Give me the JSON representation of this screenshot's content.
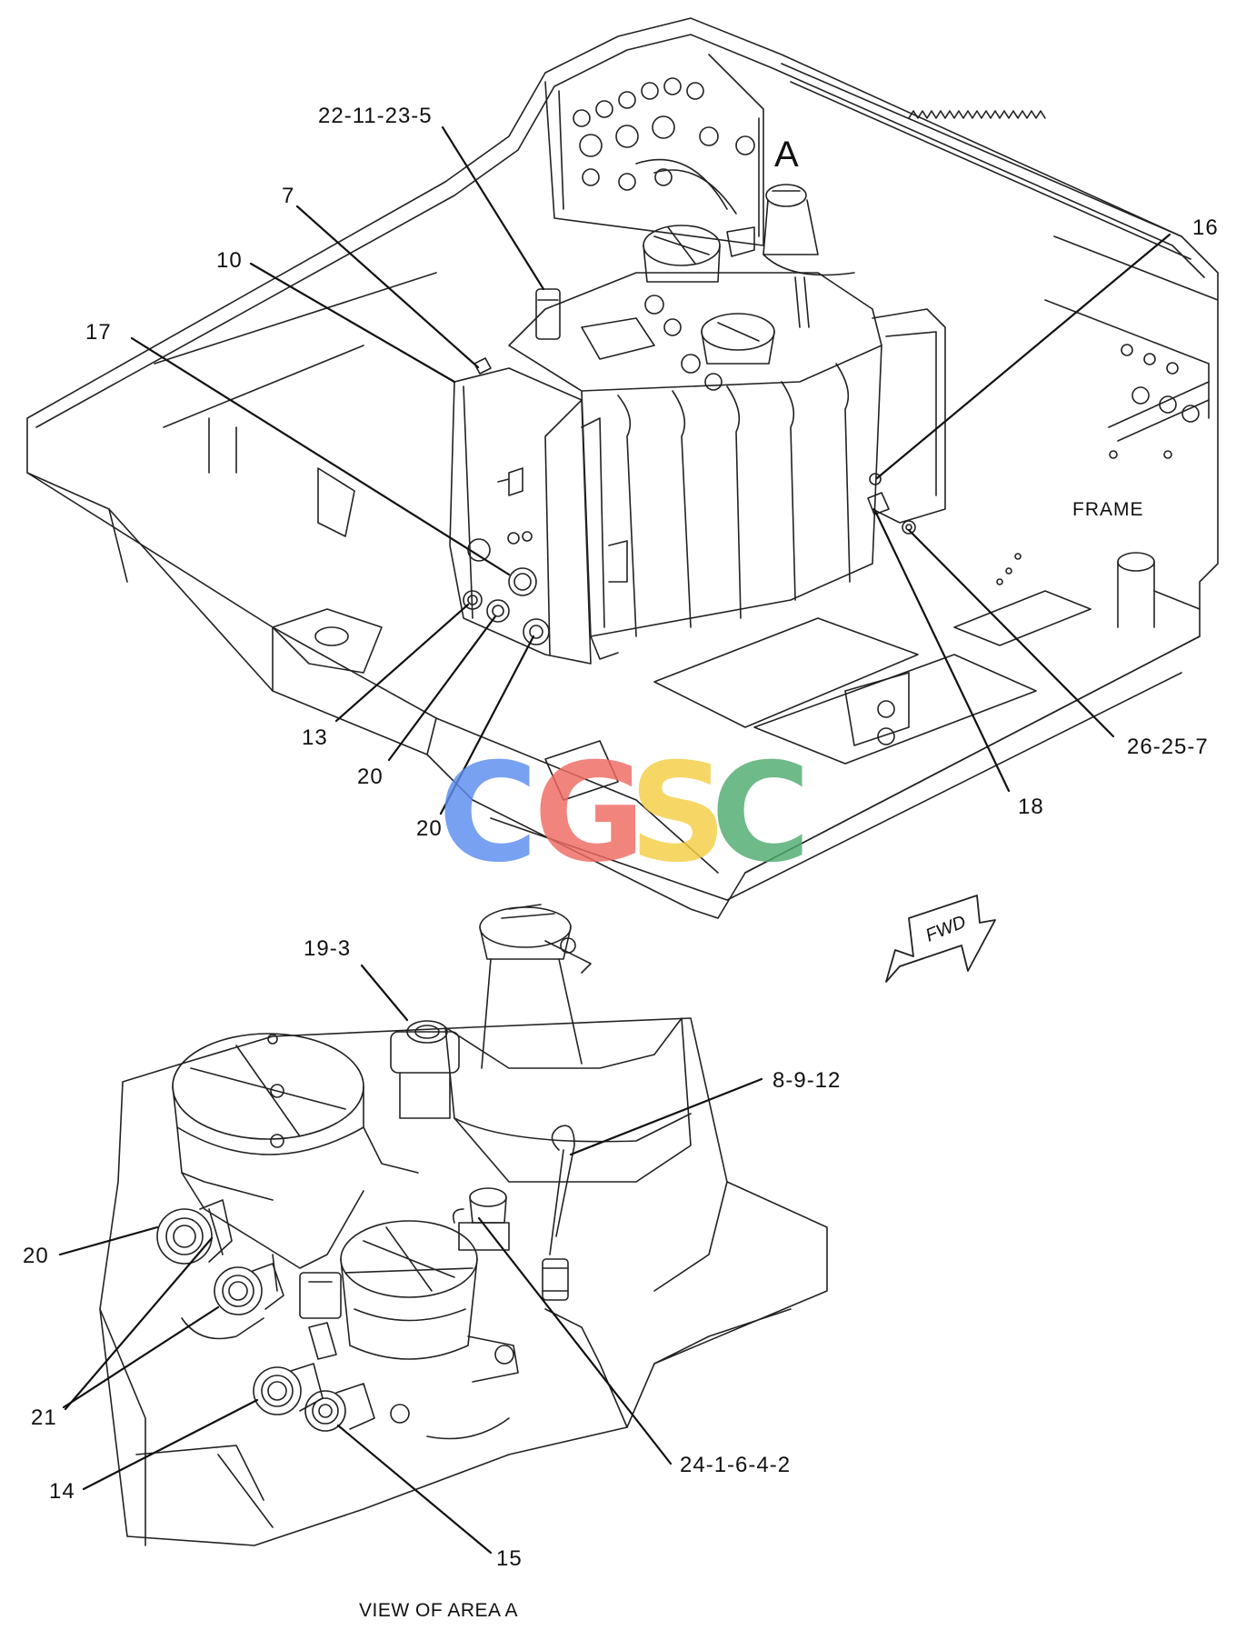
{
  "callouts": {
    "c1": "22-11-23-5",
    "c2": "7",
    "c3": "10",
    "c4": "17",
    "c5": "16",
    "c6": "13",
    "c7": "20",
    "c8": "20",
    "c9": "18",
    "c10": "26-25-7",
    "c11": "19-3",
    "c12": "8-9-12",
    "c13": "20",
    "c14": "21",
    "c15": "14",
    "c16": "15",
    "c17": "24-1-6-4-2"
  },
  "labels": {
    "area_marker": "A",
    "frame": "FRAME",
    "forward_arrow": "FWD",
    "view_caption": "VIEW OF AREA A"
  },
  "watermark": {
    "letters": [
      "C",
      "G",
      "S",
      "C"
    ],
    "colors": [
      "#5b8def",
      "#ef6b62",
      "#f5cf45",
      "#4fab6e"
    ]
  }
}
